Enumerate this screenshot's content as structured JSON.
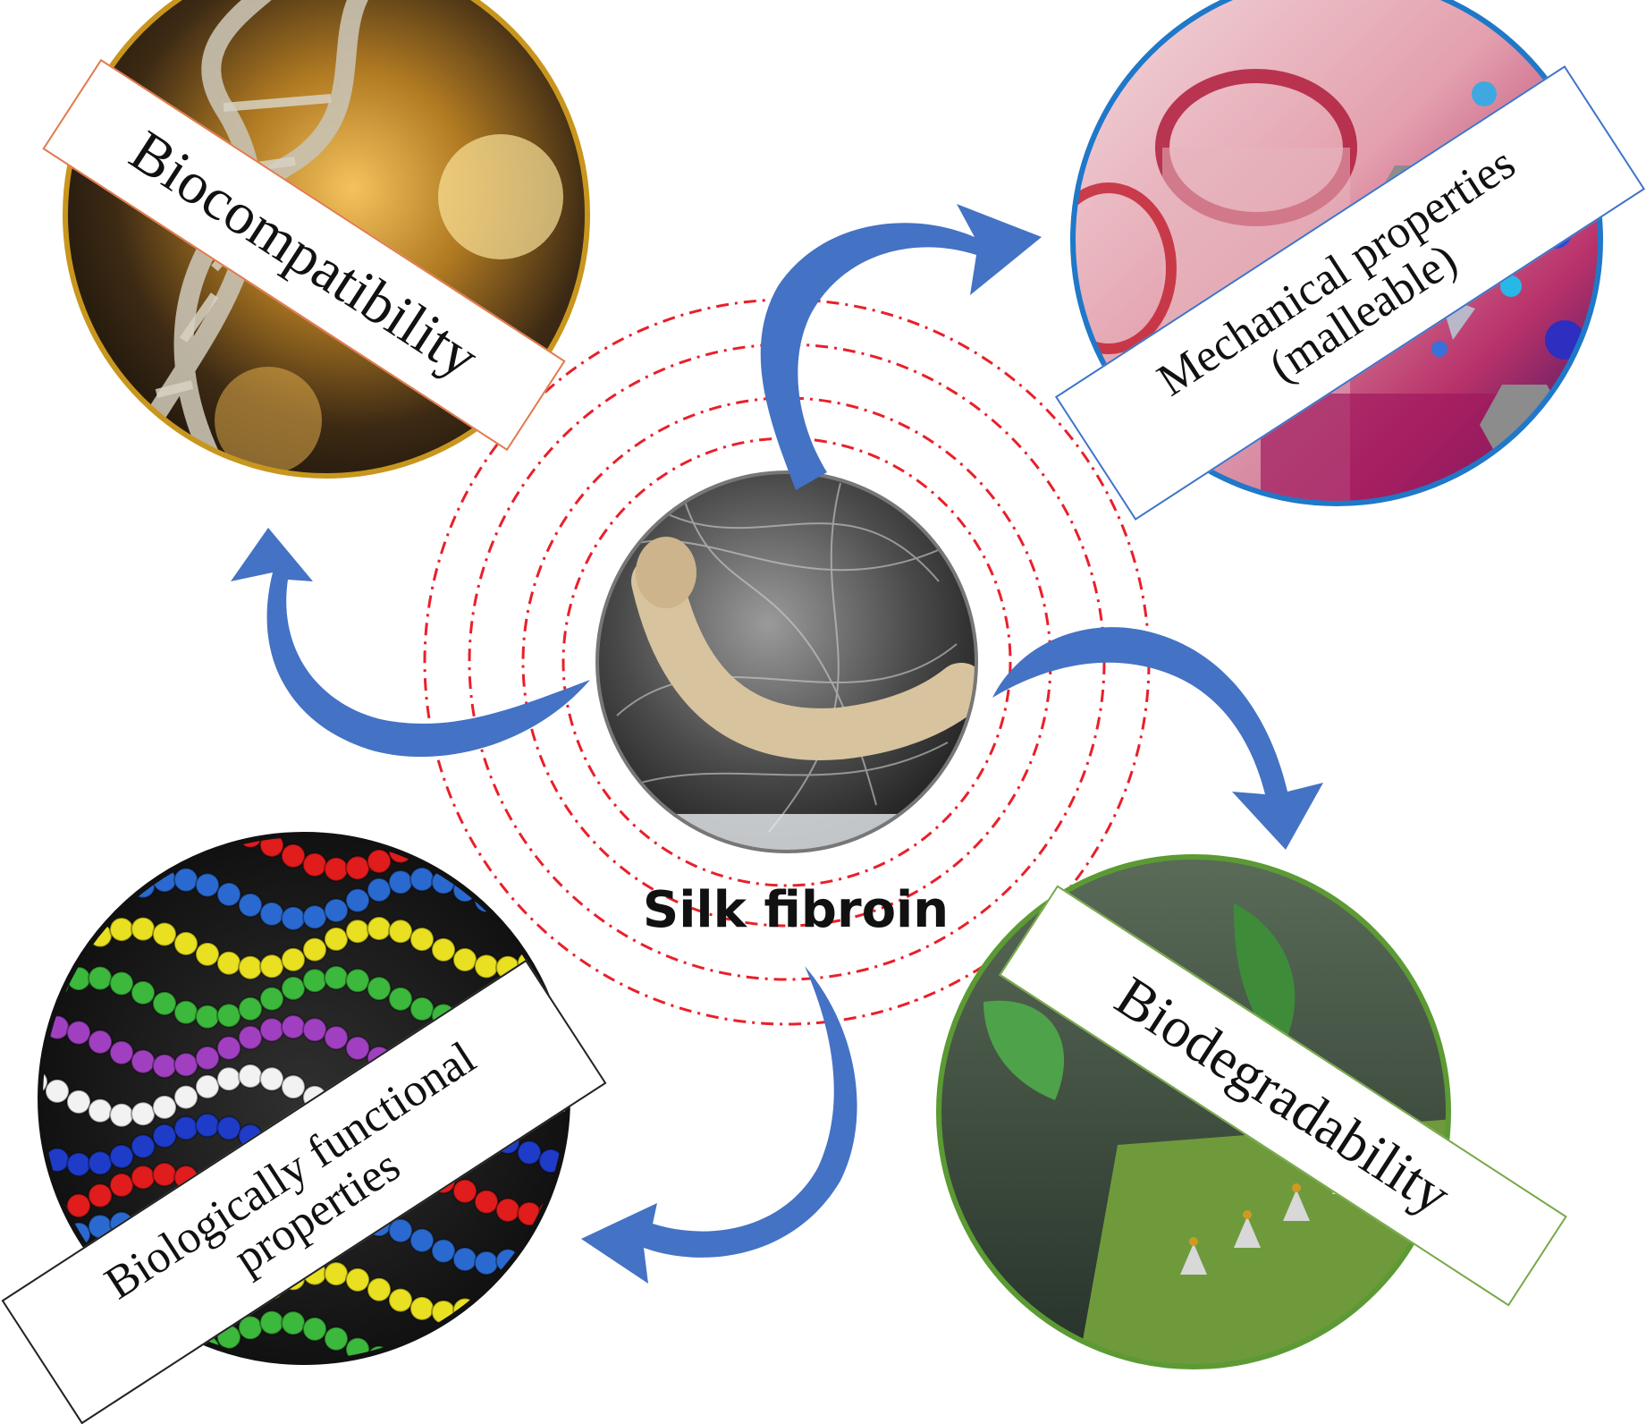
{
  "diagram": {
    "center_label": "Silk fibroin",
    "properties": [
      {
        "id": "biocompatibility",
        "lines": [
          "Biocompatibility"
        ]
      },
      {
        "id": "mechanical",
        "lines": [
          "Mechanical properties",
          "(malleable)"
        ]
      },
      {
        "id": "biodegradability",
        "lines": [
          "Biodegradability"
        ]
      },
      {
        "id": "biologically-functional",
        "lines": [
          "Biologically functional",
          "properties"
        ]
      }
    ],
    "colors": {
      "arrow": "#4472c4",
      "dashed_rings": "#e8202a",
      "biocompatibility_border": "#c8961e",
      "biocompatibility_label_border": "#e27a4c",
      "mechanical_border": "#1f78c8",
      "mechanical_label_border": "#3f74c9",
      "biodegradability_border": "#5c9a34",
      "biodegradability_label_border": "#77a94a",
      "functional_border": "#111111",
      "functional_label_border": "#222222"
    },
    "images": [
      "dna-helix-image",
      "test-tube-image",
      "silkworm-image",
      "leaf-sensor-image",
      "protein-chain-image"
    ]
  }
}
